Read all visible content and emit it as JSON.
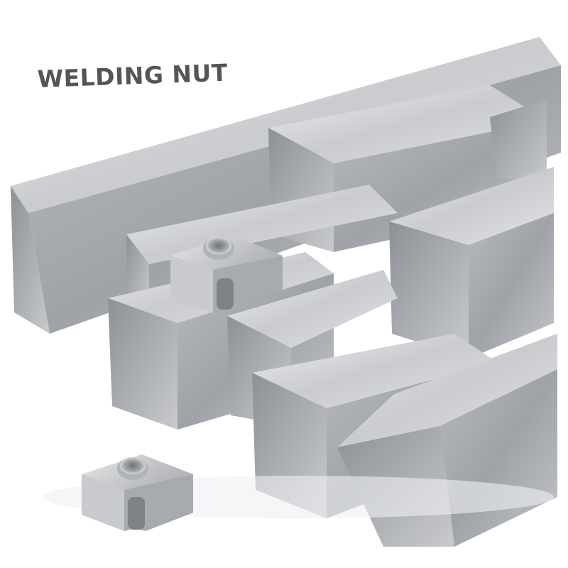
{
  "product": {
    "title": "WELDING NUT",
    "items": [
      "square-steel-tube",
      "welding-nut"
    ]
  },
  "colors": {
    "background": "#ffffff",
    "title_text": "#555555",
    "steel_light": "#dcdde0",
    "steel_mid": "#b4b6ba",
    "steel_dark": "#8a8d92"
  }
}
